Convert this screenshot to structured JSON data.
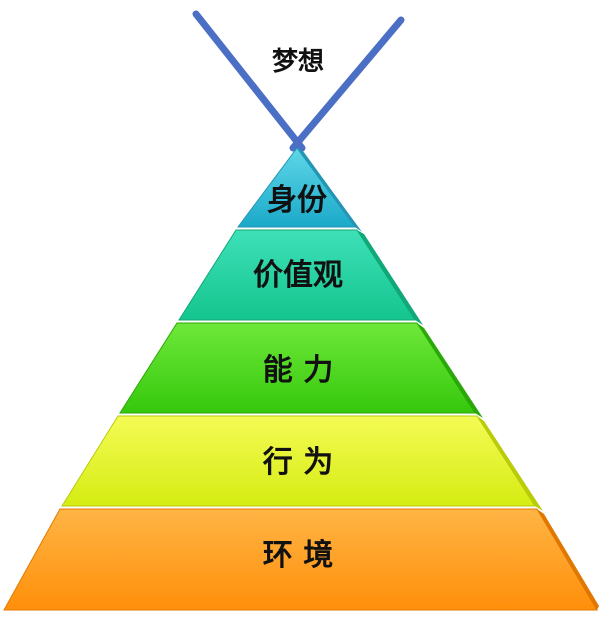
{
  "dream": {
    "label": "梦想",
    "line_color": "#4a6fc4"
  },
  "pyramid": {
    "levels": [
      {
        "label": "身份",
        "color_top": "#5fd7e8",
        "color_bottom": "#1aa9c9",
        "side_color": "#2495b5"
      },
      {
        "label": "价值观",
        "color_top": "#3ee0b8",
        "color_bottom": "#14c58e",
        "side_color": "#10a878"
      },
      {
        "label": "能 力",
        "color_top": "#6ee83a",
        "color_bottom": "#36c80c",
        "side_color": "#2aa808"
      },
      {
        "label": "行 为",
        "color_top": "#f4fb55",
        "color_bottom": "#d5ec12",
        "side_color": "#b8cc0a"
      },
      {
        "label": "环 境",
        "color_top": "#ffb545",
        "color_bottom": "#ff8f0a",
        "side_color": "#e07800"
      }
    ]
  }
}
